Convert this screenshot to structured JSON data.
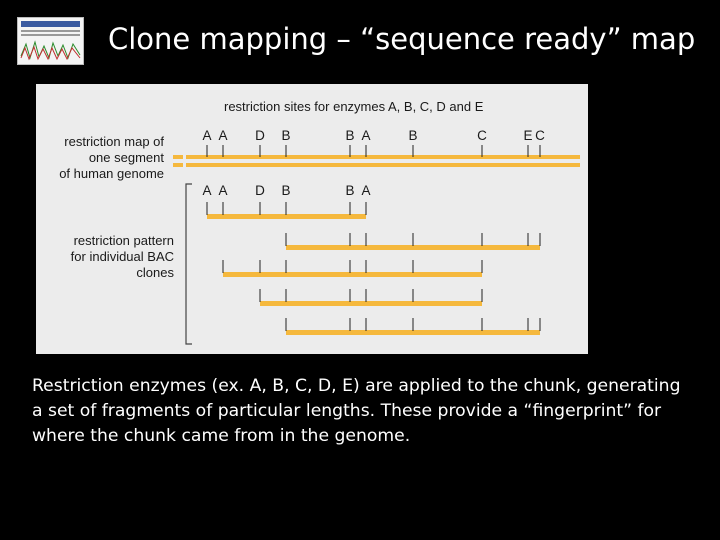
{
  "slide": {
    "title": "Clone mapping – “sequence ready” map",
    "caption": "Restriction enzymes (ex. A, B, C, D, E) are applied to the chunk, generating a set of fragments of particular lengths. These provide a “fingerprint” for where the chunk came from in the genome."
  },
  "figure": {
    "header": "restriction sites for enzymes A, B, C, D and E",
    "genome_label": [
      "restriction map of",
      "one segment",
      "of human genome"
    ],
    "clone_label": [
      "restriction pattern",
      "for individual BAC",
      "clones"
    ],
    "bar_color": "#f5b83d",
    "sites": [
      {
        "enzyme": "A",
        "pos": 171
      },
      {
        "enzyme": "A",
        "pos": 187
      },
      {
        "enzyme": "D",
        "pos": 224
      },
      {
        "enzyme": "B",
        "pos": 250
      },
      {
        "enzyme": "B",
        "pos": 314
      },
      {
        "enzyme": "A",
        "pos": 330
      },
      {
        "enzyme": "B",
        "pos": 377
      },
      {
        "enzyme": "C",
        "pos": 446
      },
      {
        "enzyme": "E",
        "pos": 492
      },
      {
        "enzyme": "C",
        "pos": 504
      }
    ],
    "clone_site_letters": [
      "A",
      "A",
      "D",
      "B",
      "B",
      "A"
    ],
    "genome": {
      "start": 138,
      "end": 545
    },
    "clones": [
      {
        "start": 171,
        "end": 330
      },
      {
        "start": 250,
        "end": 504
      },
      {
        "start": 187,
        "end": 446
      },
      {
        "start": 224,
        "end": 446
      },
      {
        "start": 250,
        "end": 504
      }
    ]
  }
}
